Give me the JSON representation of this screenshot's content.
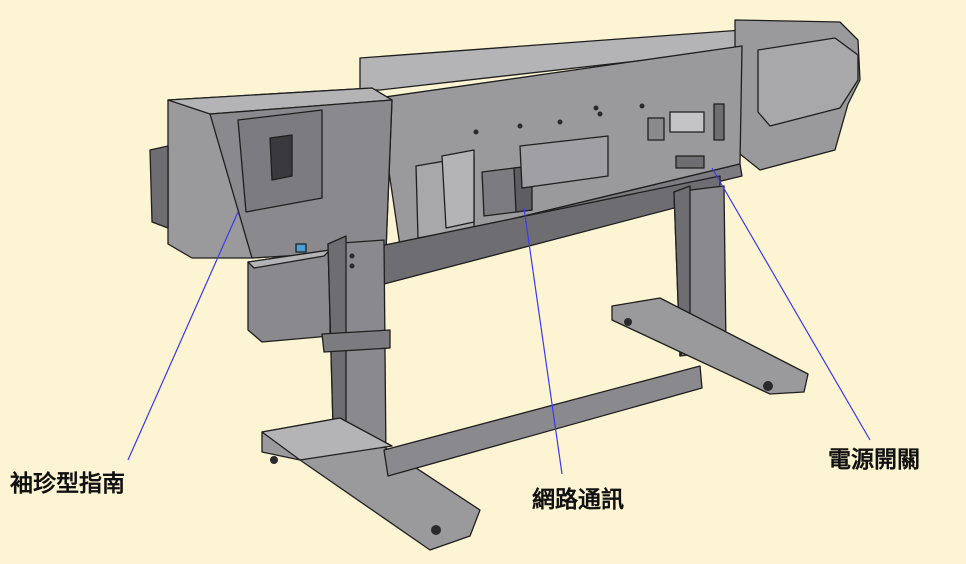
{
  "labels": {
    "pocket_guide": "袖珍型指南",
    "network": "網路通訊",
    "power_switch": "電源開關"
  },
  "colors": {
    "background": "#fdf4d3",
    "printer_body": "#9a9a9c",
    "printer_dark": "#6e6e72",
    "printer_light": "#b4b4b6",
    "outline": "#1e1e1e",
    "callout_line": "#3a3af0"
  }
}
